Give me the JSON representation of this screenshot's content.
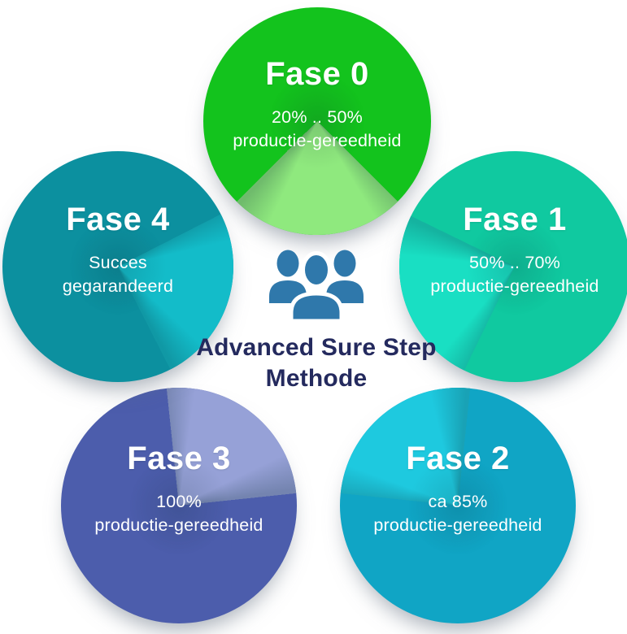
{
  "diagram": {
    "title": "Advanced Sure Step Methode",
    "center": {
      "icon": "people-group-icon",
      "icon_color": "#2f78ab",
      "title_line1": "Advanced Sure Step",
      "title_line2": "Methode",
      "title_color": "#242a5e"
    },
    "phases": [
      {
        "id": "fase-0",
        "title": "Fase 0",
        "sub1": "20% .. 50%",
        "sub2": "productie-gereedheid",
        "color": "#13c31d",
        "wedge_color": "#8fe97e",
        "position": "top"
      },
      {
        "id": "fase-1",
        "title": "Fase 1",
        "sub1": "50% .. 70%",
        "sub2": "productie-gereedheid",
        "color": "#10c9a0",
        "wedge_color": "#19dfc3",
        "position": "right"
      },
      {
        "id": "fase-2",
        "title": "Fase 2",
        "sub1": "ca 85%",
        "sub2": "productie-gereedheid",
        "color": "#10a5c5",
        "wedge_color": "#1ec9df",
        "position": "bottom-right"
      },
      {
        "id": "fase-3",
        "title": "Fase 3",
        "sub1": "100%",
        "sub2": "productie-gereedheid",
        "color": "#4c5dac",
        "wedge_color": "#96a1d7",
        "position": "bottom-left"
      },
      {
        "id": "fase-4",
        "title": "Fase 4",
        "sub1": "Succes",
        "sub2": "gegarandeerd",
        "color": "#0c909f",
        "wedge_color": "#13bcc9",
        "position": "left"
      }
    ],
    "background_color": "#ffffff"
  }
}
